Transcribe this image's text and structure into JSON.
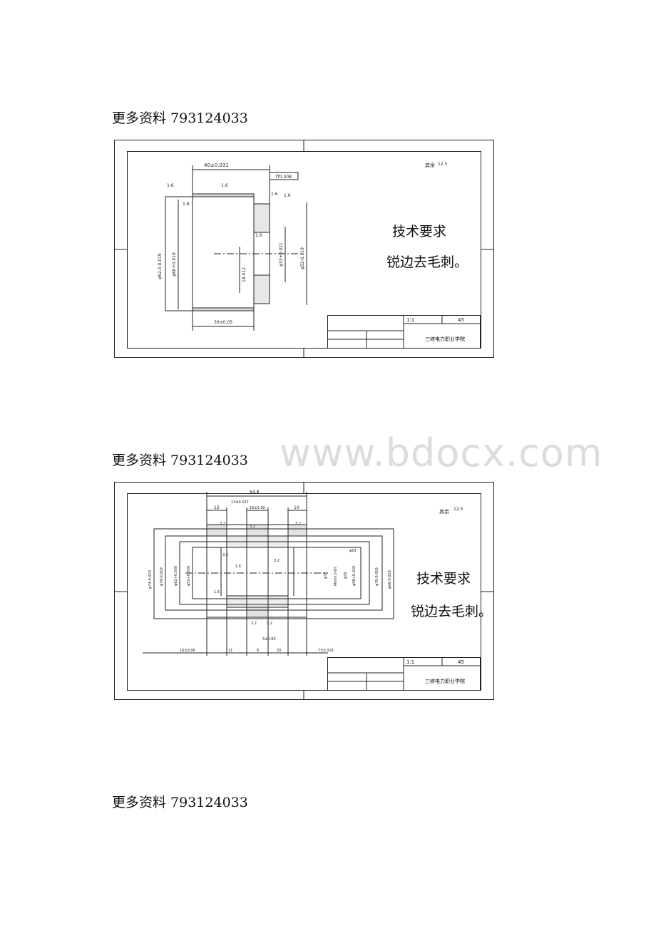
{
  "headings": [
    "更多资料 793124033",
    "更多资料 793124033",
    "更多资料 793124033"
  ],
  "watermark": "www.bdocx.com",
  "drawing1": {
    "tech_title": "技术要求",
    "tech_note": "锐边去毛刺。",
    "rough_note": "其余",
    "roughness": [
      "1.6",
      "1.6",
      "1.6",
      "1.6",
      "1.6",
      "1.6",
      "12.5"
    ],
    "dims": {
      "top": "40±0.031",
      "tol": "Tf0.008",
      "bottom": "30±0.05",
      "d1": "φ62.0-0.019",
      "d2": "φ60+0.019",
      "d3": "φ33+0.021",
      "d4": "φ52-0.019",
      "d5": "18.012"
    },
    "scale": "1:1",
    "material": "45",
    "school": "三峡电力职业学院"
  },
  "drawing2": {
    "tech_title": "技术要求",
    "tech_note": "锐边去毛刺。",
    "rough_note": "其余",
    "roughness": [
      "3.2",
      "3.2",
      "3.2",
      "3.2",
      "3.2",
      "1.6",
      "1.6",
      "3.2",
      "3.2",
      "12.5"
    ],
    "dims": {
      "top": "64.8",
      "d12": "12",
      "d13": "13±0.027",
      "d16": "16±0.90",
      "d10": "10",
      "b1": "16±0.06",
      "b2": "11",
      "b3": "6",
      "b4": "5±0.90",
      "b5": "20",
      "b6": "7±0.018",
      "l1": "φ74-0.019",
      "l2": "φ70-0.019",
      "l3": "φ62+0.030",
      "l4": "φ52+0.030",
      "r1": "φ38",
      "r2": "M60×2-6H",
      "r3": "φ50",
      "r4": "φ58+0.030",
      "r5": "φ70-0.019",
      "r6": "φ66-0.019",
      "r7": "φ63"
    },
    "scale": "1:1",
    "material": "45",
    "school": "三峡电力职业学院"
  }
}
